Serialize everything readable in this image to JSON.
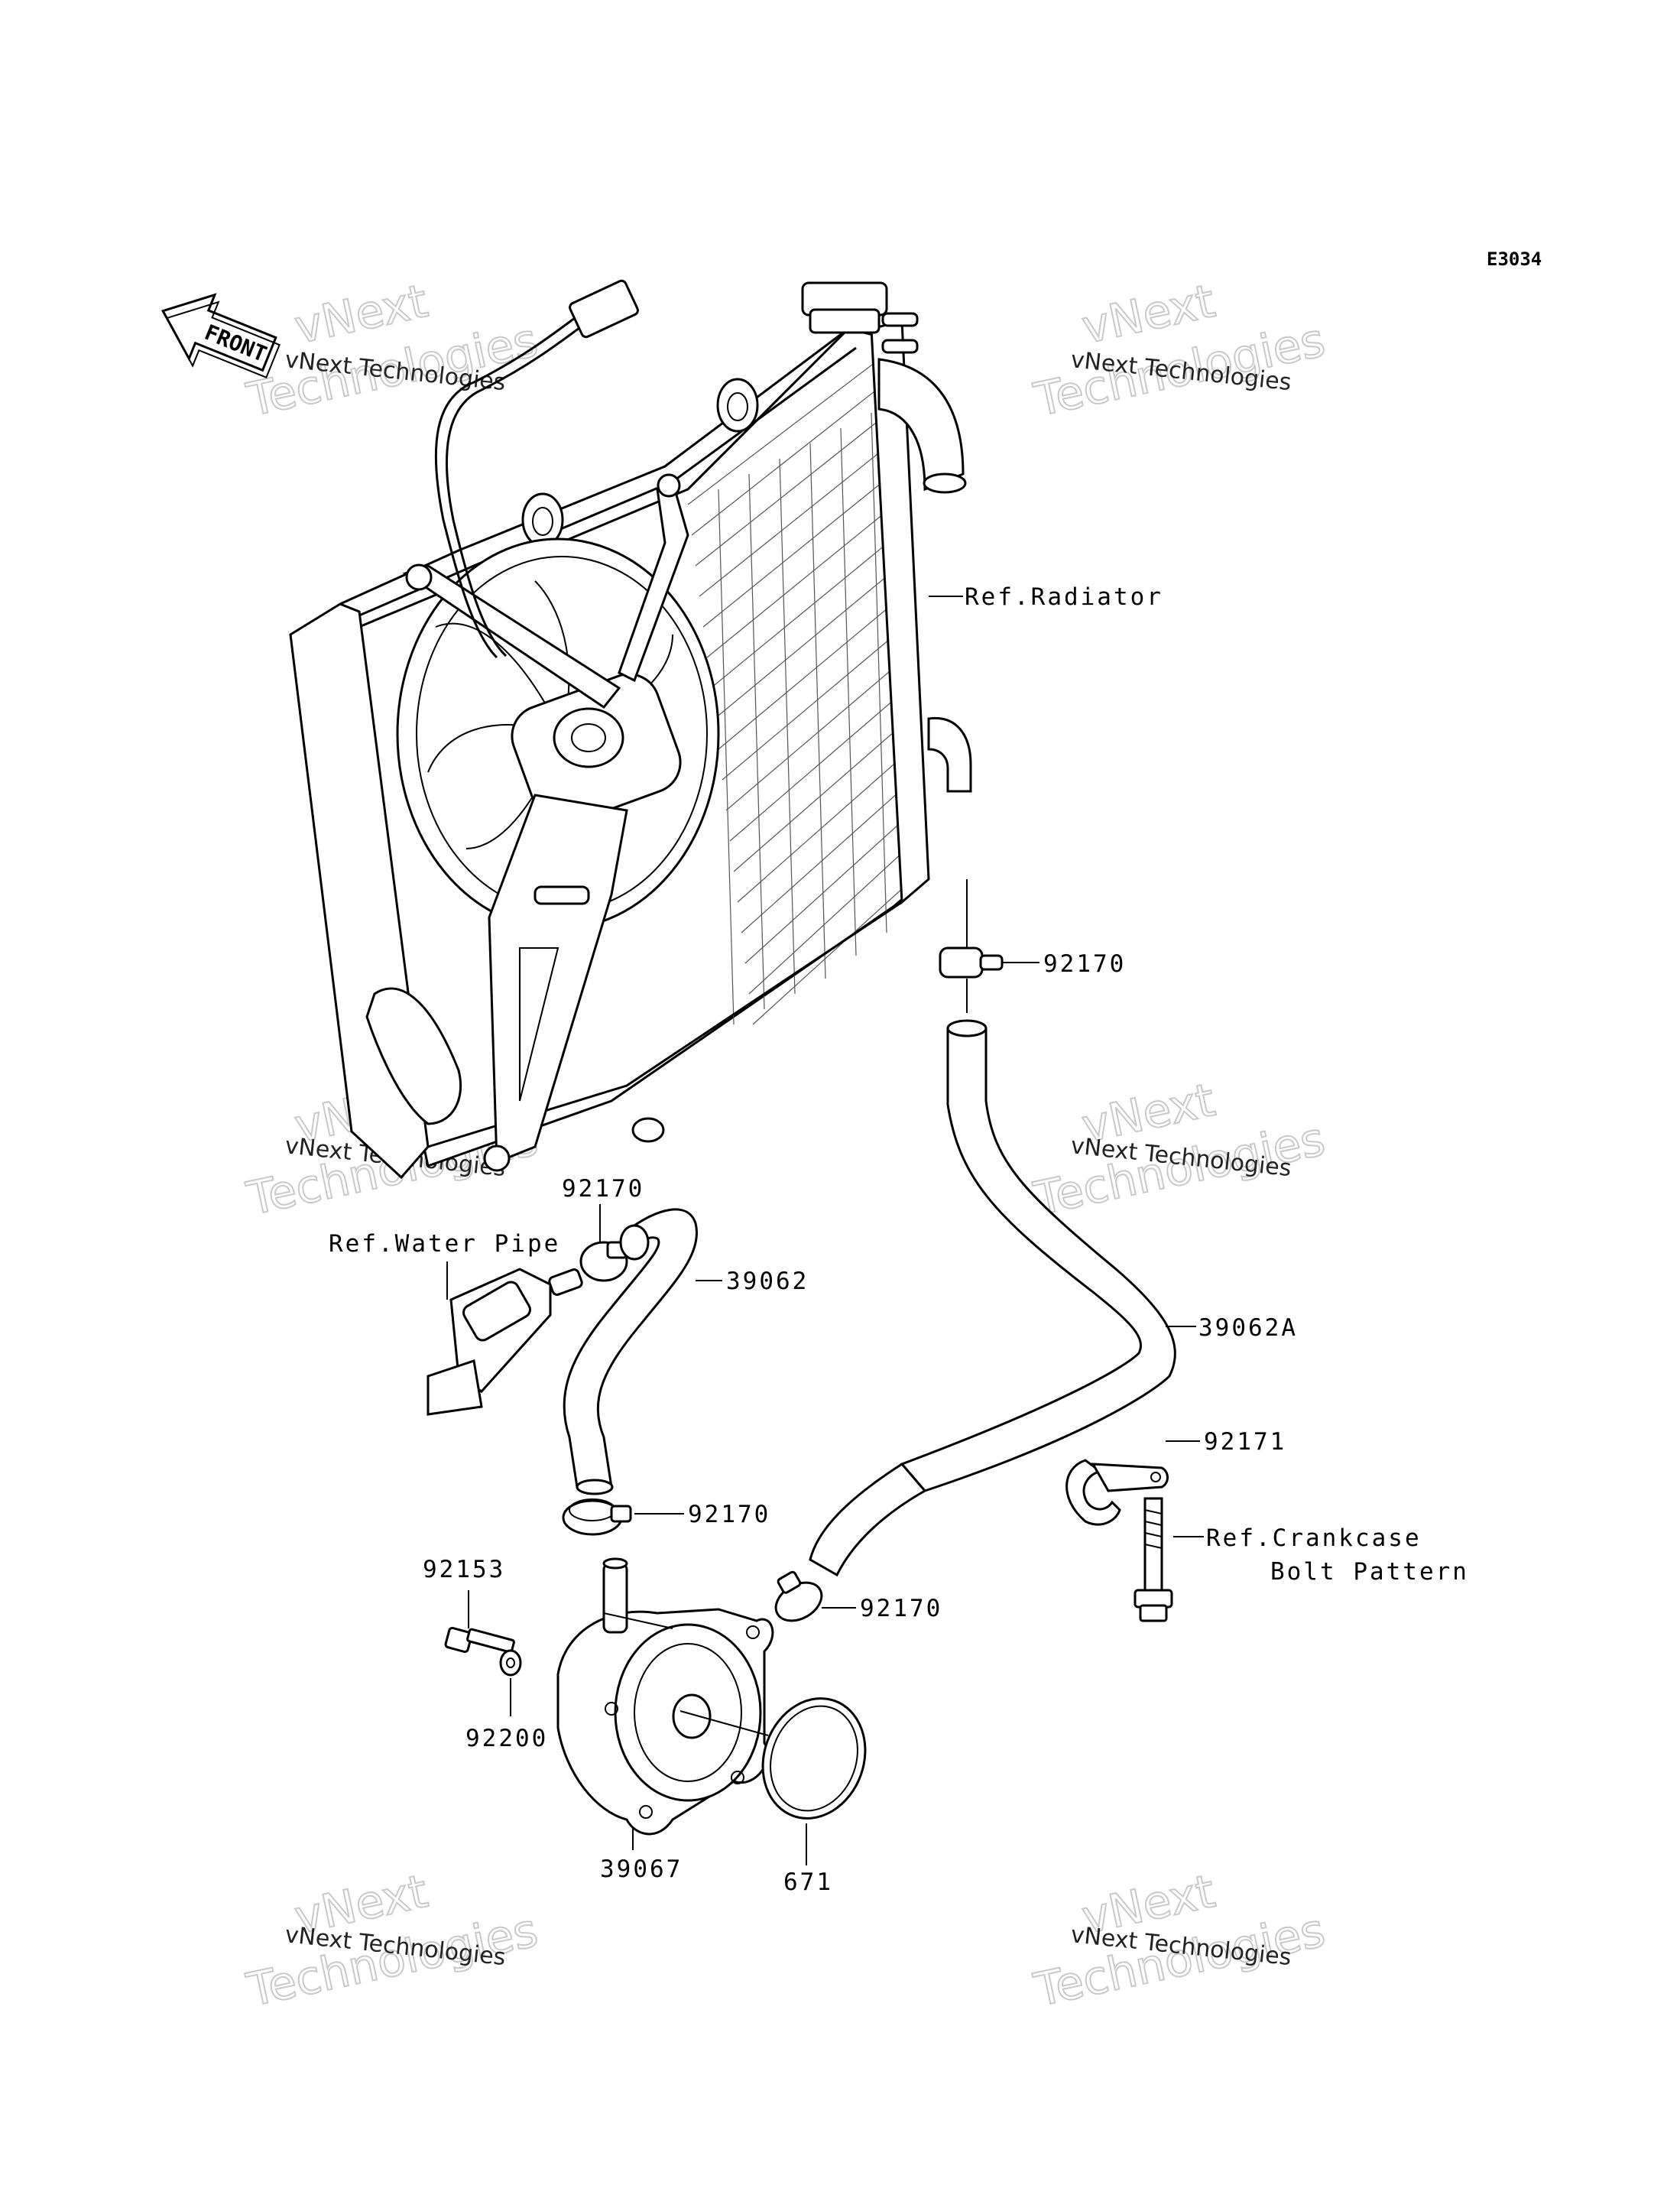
{
  "diagram": {
    "code": "E3034",
    "front_label": "FRONT",
    "labels": {
      "ref_radiator": "Ref.Radiator",
      "clamp_upper": "92170",
      "clamp_water_pipe": "92170",
      "ref_water_pipe": "Ref.Water Pipe",
      "hose_39062": "39062",
      "hose_39062a": "39062A",
      "clamp_92171": "92171",
      "clamp_mid": "92170",
      "ref_crankcase_line1": "Ref.Crankcase",
      "ref_crankcase_line2": "Bolt Pattern",
      "bolt_92153": "92153",
      "clamp_low": "92170",
      "washer_92200": "92200",
      "oil_cooler_39067": "39067",
      "oring_671": "671"
    },
    "watermark": {
      "line1": "vNext Technologies",
      "line2": "vNext",
      "line3": "Technologies"
    }
  }
}
